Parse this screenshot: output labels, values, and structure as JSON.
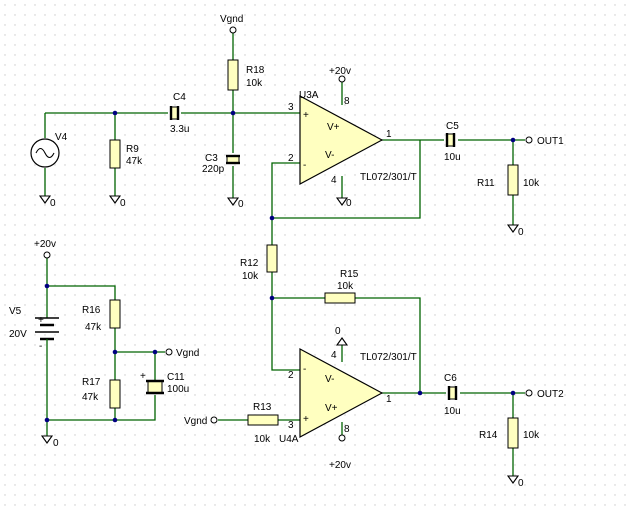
{
  "labels": {
    "vgnd_top": "Vgnd",
    "r18_name": "R18",
    "r18_val": "10k",
    "c4_name": "C4",
    "c4_val": "3.3u",
    "u3a_name": "U3A",
    "plus20_u3": "+20v",
    "pin8_u3": "8",
    "pin3_u3": "3",
    "pin2_u3": "2",
    "pin1_u3": "1",
    "pin4_u3": "4",
    "vplus_u3": "V+",
    "vminus_u3": "V-",
    "plus_u3": "+",
    "minus_u3": "-",
    "u3_part": "TL072/301/T",
    "zero_u3": "0",
    "v4_name": "V4",
    "zero_v4": "0",
    "r9_name": "R9",
    "r9_val": "47k",
    "zero_r9": "0",
    "c3_name": "C3",
    "c3_val": "220p",
    "zero_c3": "0",
    "c5_name": "C5",
    "c5_val": "10u",
    "out1": "OUT1",
    "r11_name": "R11",
    "r11_val": "10k",
    "zero_r11": "0",
    "plus20_v5": "+20v",
    "v5_name": "V5",
    "v5_val": "20V",
    "v5_plus": "+",
    "v5_minus": "-",
    "r16_name": "R16",
    "r16_val": "47k",
    "vgnd_mid": "Vgnd",
    "c11_name": "C11",
    "c11_val": "100u",
    "c11_plus": "+",
    "r17_name": "R17",
    "r17_val": "47k",
    "zero_v5": "0",
    "r12_name": "R12",
    "r12_val": "10k",
    "r15_name": "R15",
    "r15_val": "10k",
    "zero_u4": "0",
    "pin4_u4": "4",
    "pin2_u4": "2",
    "pin3_u4": "3",
    "pin1_u4": "1",
    "pin8_u4": "8",
    "vminus_u4": "V-",
    "vplus_u4": "V+",
    "minus_u4": "-",
    "plus_u4": "+",
    "u4_part": "TL072/301/T",
    "u4a_name": "U4A",
    "plus20_u4": "+20v",
    "vgnd_bot": "Vgnd",
    "r13_name": "R13",
    "r13_val": "10k",
    "c6_name": "C6",
    "c6_val": "10u",
    "out2": "OUT2",
    "r14_name": "R14",
    "r14_val": "10k",
    "zero_r14": "0"
  }
}
